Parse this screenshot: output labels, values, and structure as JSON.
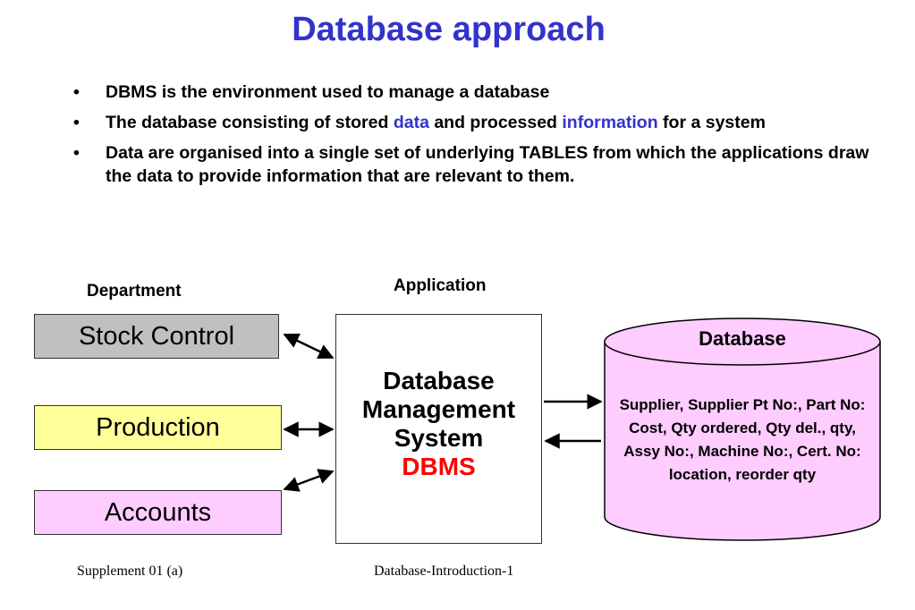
{
  "title": "Database approach",
  "bullets": {
    "b1": "DBMS is the environment used to manage a database",
    "b2": {
      "t1": "The database consisting of stored ",
      "hl1": "data",
      "t2": " and processed ",
      "hl2": "information",
      "t3": " for a system"
    },
    "b3": "Data are organised into a single set of underlying TABLES from which the applications draw the data to provide information that are relevant to them."
  },
  "diagram": {
    "department_label": "Department",
    "application_label": "Application",
    "departments": [
      "Stock Control",
      "Production",
      "Accounts"
    ],
    "app": {
      "line1": "Database",
      "line2": "Management",
      "line3": "System",
      "line4": "DBMS"
    },
    "database": {
      "title": "Database",
      "content": "Supplier, Supplier Pt No:, Part No: Cost, Qty ordered, Qty del., qty, Assy No:, Machine No:, Cert. No: location, reorder qty"
    },
    "colors": {
      "stock": "#c0c0c0",
      "production": "#ffff99",
      "accounts": "#ffccff",
      "database": "#ffccff",
      "title": "#3333cc",
      "dbms": "#ff0000"
    }
  },
  "footer": {
    "left": "Supplement 01 (a)",
    "center": "Database-Introduction-1"
  }
}
